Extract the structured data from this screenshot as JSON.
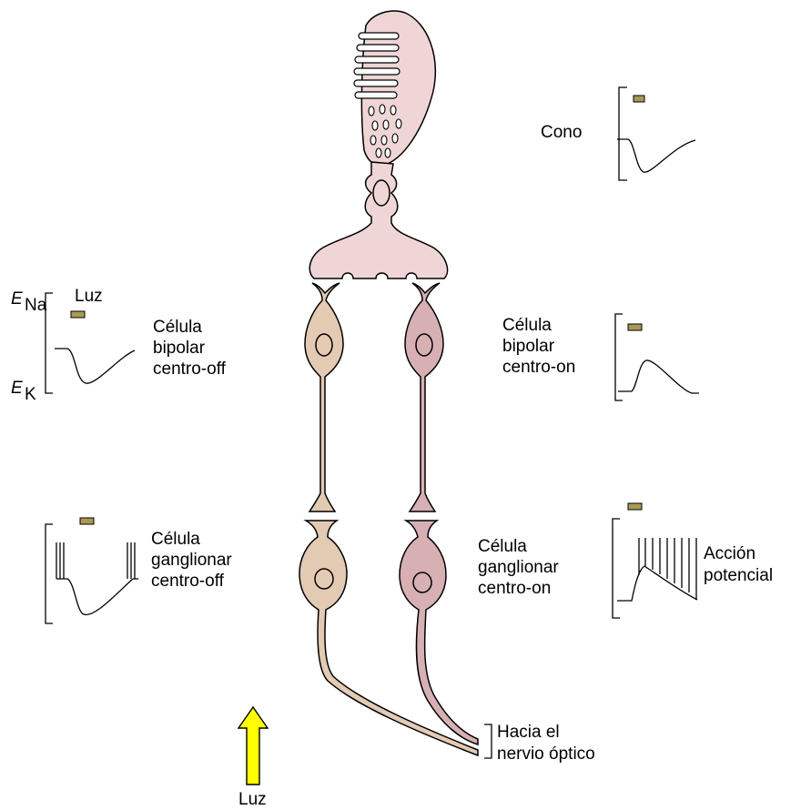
{
  "colors": {
    "cone_fill": "#efd5d5",
    "off_cell_fill": "#e3cab3",
    "on_cell_fill": "#d7b0b4",
    "light_arrow": "#ffff00",
    "stimulus_bar": "#a89a55"
  },
  "labels": {
    "cone": "Cono",
    "light_top": "Luz",
    "e_na_main": "E",
    "e_na_sub": "Na",
    "e_k_main": "E",
    "e_k_sub": "K",
    "bipolar_off": [
      "Célula",
      "bipolar",
      "centro-off"
    ],
    "bipolar_on": [
      "Célula",
      "bipolar",
      "centro-on"
    ],
    "ganglion_off": [
      "Célula",
      "ganglionar",
      "centro-off"
    ],
    "ganglion_on": [
      "Célula",
      "ganglionar",
      "centro-on"
    ],
    "action_potential": [
      "Acción",
      "potencial"
    ],
    "optic_nerve": [
      "Hacia el",
      "nervio óptico"
    ],
    "light_bottom": "Luz"
  }
}
